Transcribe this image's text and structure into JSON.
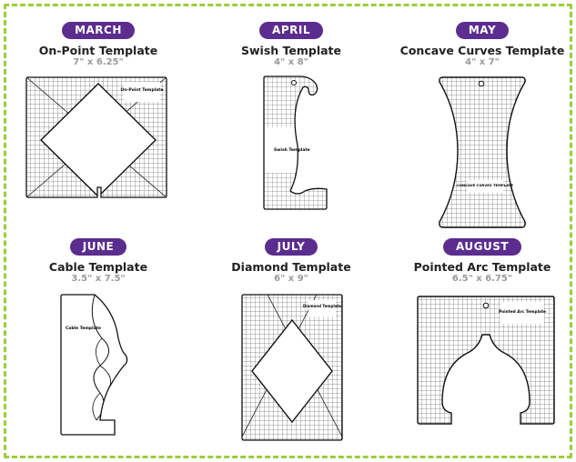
{
  "months": [
    {
      "label": "MARCH",
      "title": "On-Point Template",
      "size": "7\" x 6.25\""
    },
    {
      "label": "APRIL",
      "title": "Swish Template",
      "size": "4\" x 8\""
    },
    {
      "label": "MAY",
      "title": "Concave Curves Template",
      "size": "4\" x 7\""
    },
    {
      "label": "JUNE",
      "title": "Cable Template",
      "size": "3.5\" x 7.5\""
    },
    {
      "label": "JULY",
      "title": "Diamond Template",
      "size": "6\" x 9\""
    },
    {
      "label": "AUGUST",
      "title": "Pointed Arc Template",
      "size": "6.5\" x 6.75\""
    }
  ],
  "template_labels": {
    "onpoint": "On-Point Template",
    "swish": "Swish Template",
    "concave": "CONCAVE CURVES TEMPLATE",
    "cable": "Cable Template",
    "diamond": "Diamond Template",
    "arc": "Pointed Arc Template"
  },
  "colors": {
    "pill": "#5b2d8e",
    "border": "#9dcc3a",
    "grid": "#222222"
  }
}
